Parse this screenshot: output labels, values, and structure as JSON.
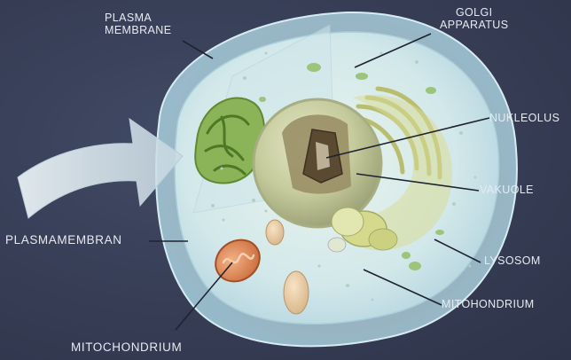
{
  "labels": {
    "plasma_membrane_top": "PLASMA\nMEMBRANE",
    "golgi": "GOLGI\nAPPARATUS",
    "nukleolus": "NUKLEOLUS",
    "vakuole": "VAKUOLE",
    "lysosom": "LYSOSOM",
    "mitohondrium": "MITOHONDRIUM",
    "plasmamembran": "PLASMAMEMBRAN",
    "mitochondrium": "MITOCHONDRIUM"
  },
  "colors": {
    "background": "#39415a",
    "label_text": "#e7ebf1",
    "leader_line": "#1f2330",
    "cytoplasm": "#d6ebec",
    "cell_membrane": "#bfdfe6",
    "nucleus": "#c9cfa6",
    "nucleolus": "#5b4a32",
    "golgi": "#cfd48a",
    "chloroplast_like": "#7aa64a",
    "mitochondrion": "#e08a55",
    "arrow": "#d9e6ec"
  }
}
